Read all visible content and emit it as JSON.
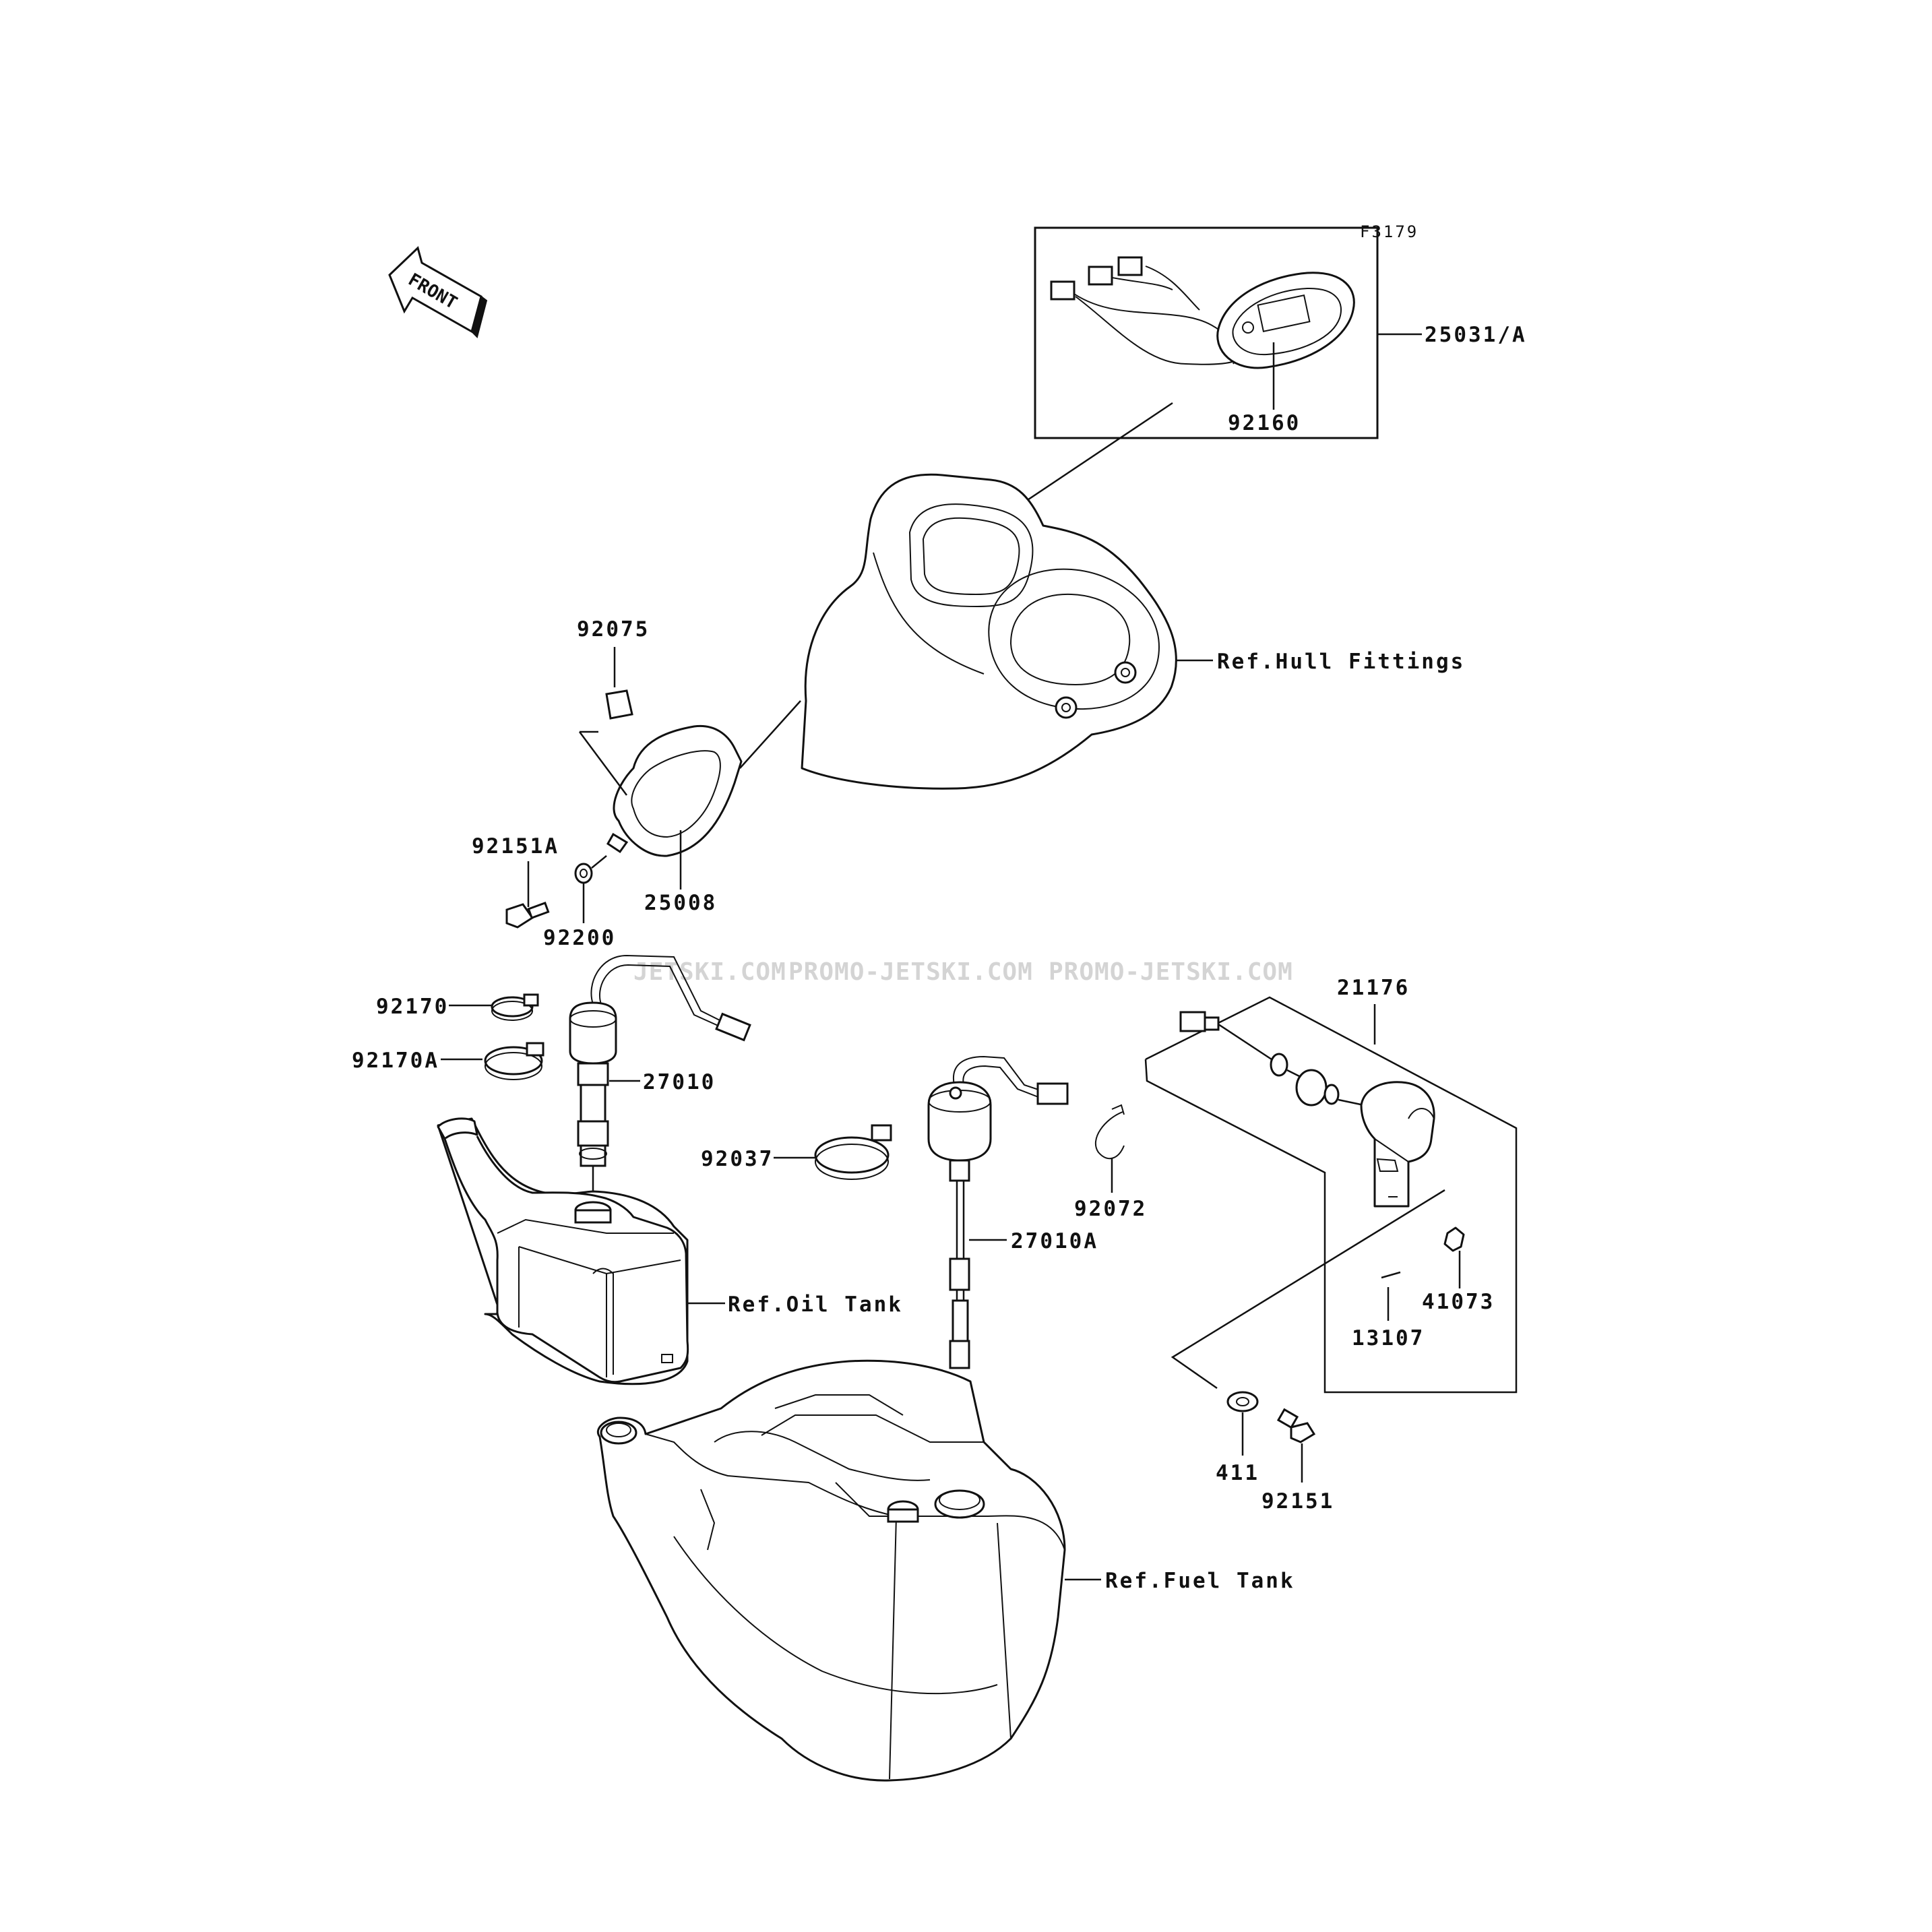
{
  "figure_code": "F3179",
  "orientation_label": "FRONT",
  "watermark": {
    "line_left": "JETSKI.COM",
    "line_mid": "PROMO-JETSKI.COM",
    "line_right": "PROMO-JETSKI.COM"
  },
  "callouts": {
    "p25031A": "25031/A",
    "p92160": "92160",
    "p92075": "92075",
    "p92151A": "92151A",
    "p25008": "25008",
    "p92200": "92200",
    "p92170": "92170",
    "p92170A": "92170A",
    "p27010": "27010",
    "p92037": "92037",
    "p27010A": "27010A",
    "p92072": "92072",
    "p21176": "21176",
    "p41073": "41073",
    "p13107": "13107",
    "p411": "411",
    "p92151": "92151"
  },
  "references": {
    "hull": "Ref.Hull Fittings",
    "oil": "Ref.Oil Tank",
    "fuel": "Ref.Fuel Tank"
  }
}
